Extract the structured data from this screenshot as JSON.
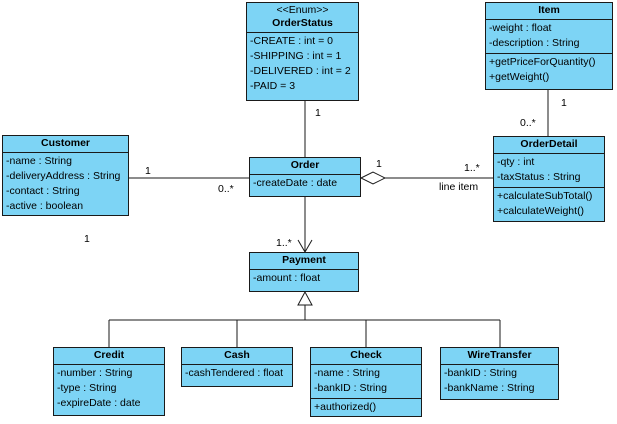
{
  "classes": {
    "order_status": {
      "stereotype": "<<Enum>>",
      "name": "OrderStatus",
      "attributes": [
        "-CREATE : int = 0",
        "-SHIPPING : int = 1",
        "-DELIVERED : int = 2",
        "-PAID = 3"
      ]
    },
    "item": {
      "name": "Item",
      "attributes": [
        "-weight : float",
        "-description : String"
      ],
      "operations": [
        "+getPriceForQuantity()",
        "+getWeight()"
      ]
    },
    "customer": {
      "name": "Customer",
      "attributes": [
        "-name : String",
        "-deliveryAddress : String",
        "-contact : String",
        "-active : boolean"
      ]
    },
    "order": {
      "name": "Order",
      "attributes": [
        "-createDate : date"
      ]
    },
    "order_detail": {
      "name": "OrderDetail",
      "attributes": [
        "-qty : int",
        "-taxStatus : String"
      ],
      "operations": [
        "+calculateSubTotal()",
        "+calculateWeight()"
      ]
    },
    "payment": {
      "name": "Payment",
      "attributes": [
        "-amount : float"
      ]
    },
    "credit": {
      "name": "Credit",
      "attributes": [
        "-number : String",
        "-type : String",
        "-expireDate : date"
      ]
    },
    "cash": {
      "name": "Cash",
      "attributes": [
        "-cashTendered : float"
      ]
    },
    "check": {
      "name": "Check",
      "attributes": [
        "-name : String",
        "-bankID : String"
      ],
      "operations": [
        "+authorized()"
      ]
    },
    "wire_transfer": {
      "name": "WireTransfer",
      "attributes": [
        "-bankID : String",
        "-bankName : String"
      ]
    }
  },
  "labels": {
    "status_order_mult": "1",
    "customer_mult": "1",
    "order_customer_mult": "0..*",
    "customer_extra_mult": "1",
    "order_detail_order_mult": "1",
    "detail_order_mult": "1..*",
    "line_item_role": "line item",
    "item_mult": "1",
    "detail_item_mult": "0..*",
    "payment_mult": "1..*"
  },
  "colors": {
    "class_fill": "#7dd4f5",
    "line": "#1a1a1a"
  }
}
